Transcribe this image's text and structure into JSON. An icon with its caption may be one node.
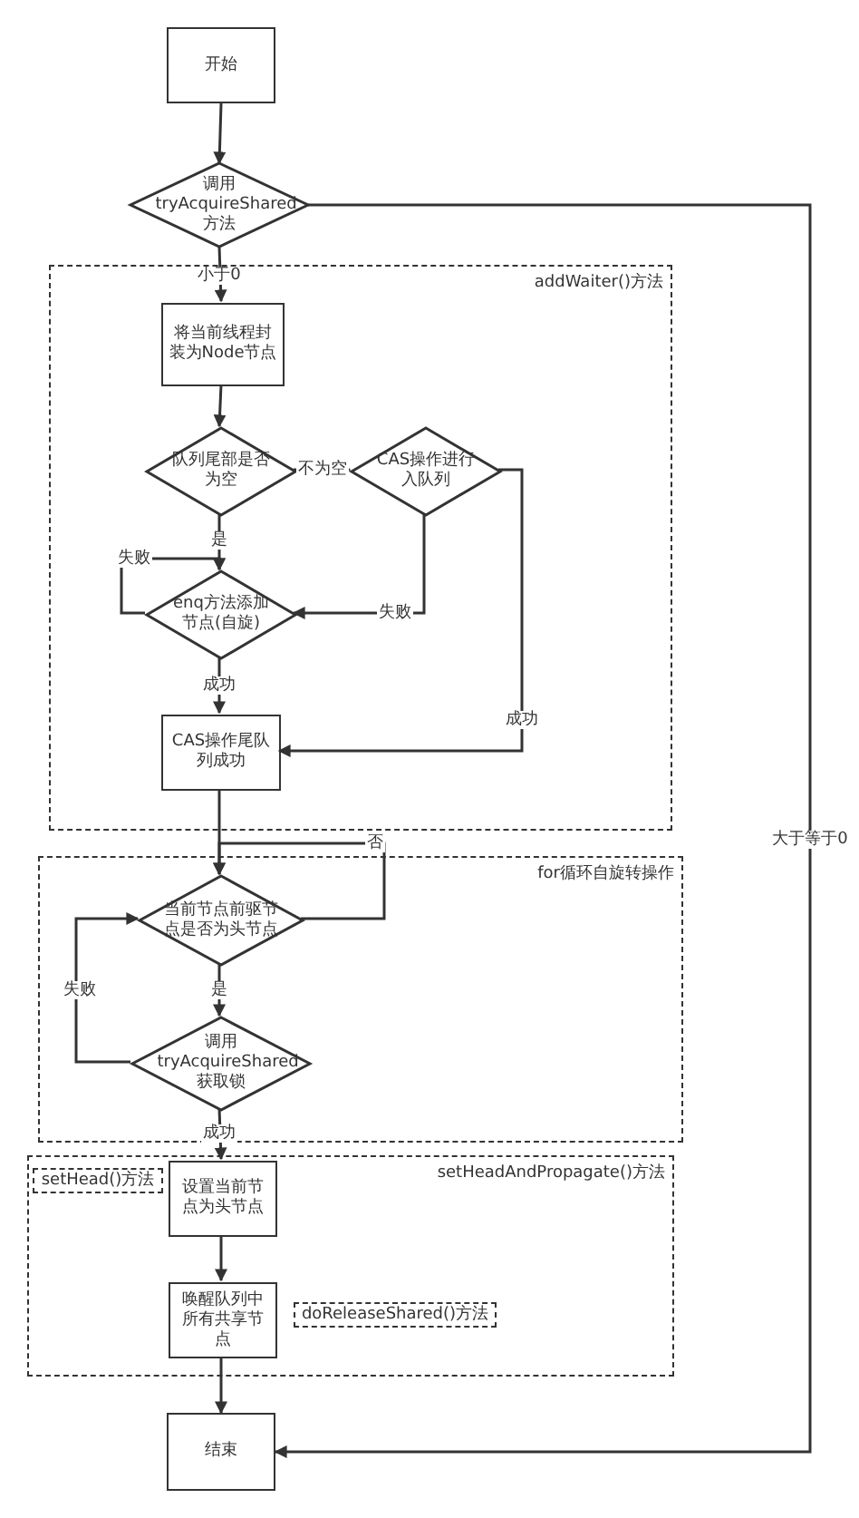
{
  "diagram": {
    "nodes": [
      {
        "text": [
          "开始"
        ]
      },
      {
        "text": [
          "调用 tryAcquireShared 方法"
        ]
      },
      {
        "text": [
          "addWaiter()方法"
        ]
      },
      {
        "text": [
          "将当前线程封装为Node节点"
        ],
        "in": 2
      },
      {
        "text": [
          "队列尾部是否为空"
        ],
        "in": 2
      },
      {
        "text": [
          "CAS操作进行入队列"
        ],
        "in": 2
      },
      {
        "text": [
          "enq方法添加节点(自旋)"
        ],
        "in": 2
      },
      {
        "text": [
          "CAS操作尾队列成功"
        ],
        "in": 2
      },
      {
        "text": [
          "for循环自旋转操作"
        ]
      },
      {
        "text": [
          "当前节点前驱节点是否为头节点"
        ],
        "in": 8
      },
      {
        "text": [
          "调用 tryAcquireShared 获取锁"
        ],
        "in": 8
      },
      {
        "text": [
          "setHeadAndPropagate()方法"
        ]
      },
      {
        "text": [
          "setHead()方法"
        ],
        "in": 11
      },
      {
        "text": [
          "设置当前节点为头节点"
        ],
        "in": 11
      },
      {
        "text": [
          "唤醒队列中所有共享节点"
        ],
        "in": 11
      },
      {
        "text": [
          "doReleaseShared()方法"
        ],
        "in": 11
      },
      {
        "text": [
          "结束"
        ]
      }
    ],
    "edges": [
      {
        "from": 0,
        "to": 1,
        "arrow": "to"
      },
      {
        "from": 1,
        "to": 3,
        "arrow": "to",
        "label": "小于0"
      },
      {
        "from": 1,
        "to": 16,
        "arrow": "to",
        "label": "大于等于0"
      },
      {
        "from": 3,
        "to": 4,
        "arrow": "to"
      },
      {
        "from": 4,
        "to": 5,
        "arrow": "to",
        "label": "不为空"
      },
      {
        "from": 4,
        "to": 6,
        "arrow": "to",
        "label": "是"
      },
      {
        "from": 5,
        "to": 6,
        "arrow": "to",
        "label": "失败"
      },
      {
        "from": 5,
        "to": 7,
        "arrow": "to",
        "label": "成功"
      },
      {
        "from": 6,
        "to": 6,
        "arrow": "to",
        "label": "失败"
      },
      {
        "from": 6,
        "to": 7,
        "arrow": "to",
        "label": "成功"
      },
      {
        "from": 7,
        "to": 9,
        "arrow": "to"
      },
      {
        "from": 9,
        "to": 9,
        "arrow": "to",
        "label": "否"
      },
      {
        "from": 9,
        "to": 10,
        "arrow": "to",
        "label": "是"
      },
      {
        "from": 10,
        "to": 9,
        "arrow": "to",
        "label": "失败"
      },
      {
        "from": 10,
        "to": 13,
        "arrow": "to",
        "label": "成功"
      },
      {
        "from": 13,
        "to": 14,
        "arrow": "to"
      },
      {
        "from": 14,
        "to": 16,
        "arrow": "to"
      }
    ]
  }
}
